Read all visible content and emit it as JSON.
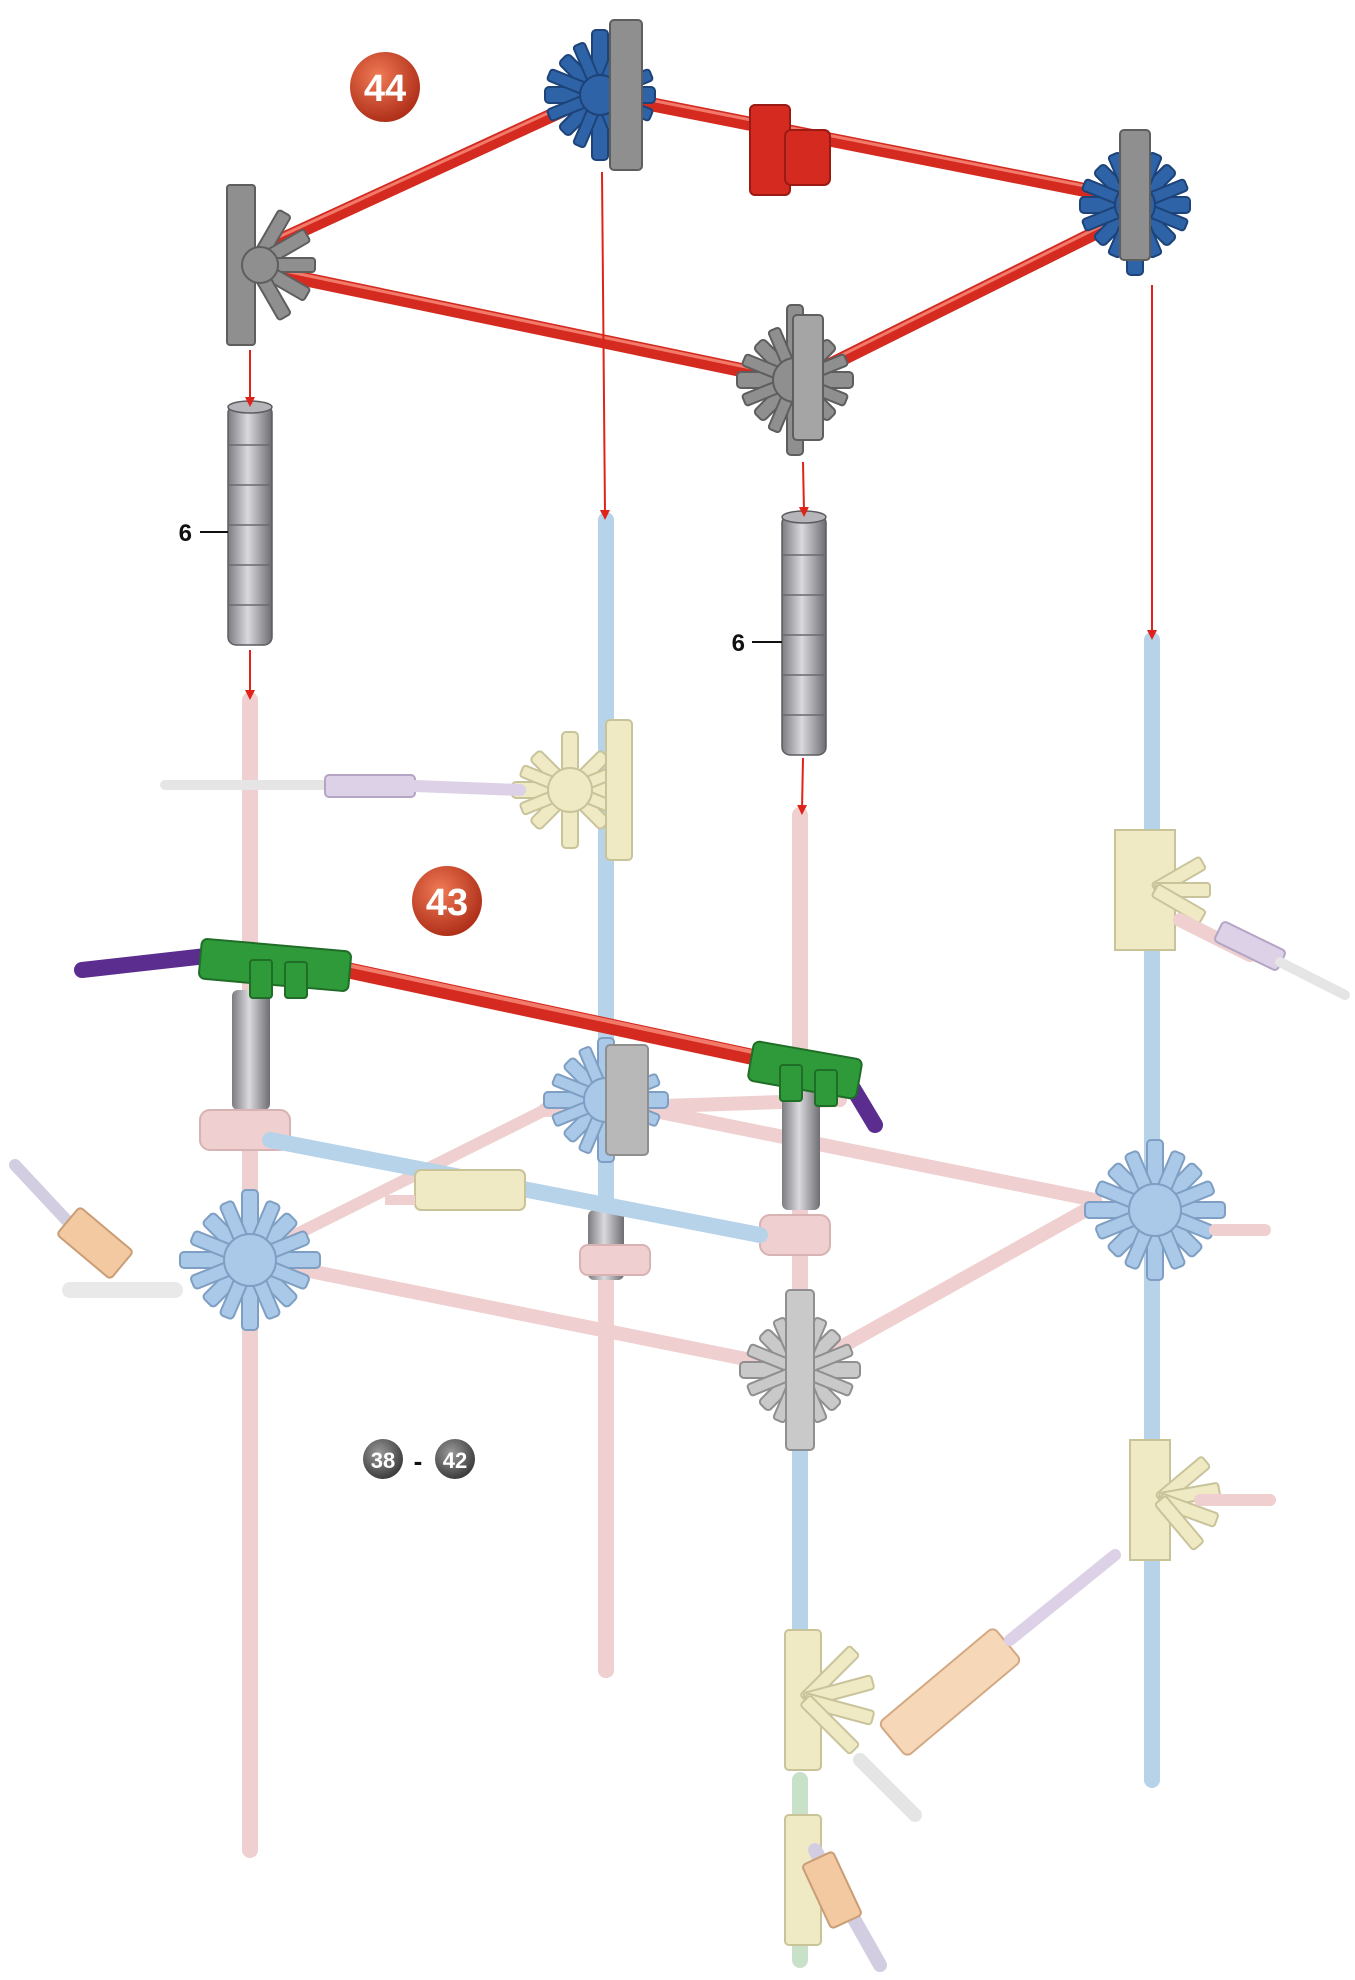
{
  "steps": {
    "current": "44",
    "previous": "43",
    "range_start": "38",
    "range_separator": "-",
    "range_end": "42"
  },
  "quantities": {
    "left_stack": "6",
    "right_stack": "6"
  },
  "colors": {
    "badge_red": "#c8381f",
    "badge_gray": "#555555",
    "rod_red": "#d42a20",
    "rod_pink": "#efcfcf",
    "rod_blue": "#b7d3ea",
    "rod_gray": "#9a9a9a",
    "connector_gray": "#8f8f8f",
    "connector_blue_dark": "#2e63a8",
    "connector_blue_light": "#aac8e8",
    "connector_yellow": "#efeac4",
    "connector_green": "#2f9a3a",
    "rod_purple": "#5a2d8f",
    "arrow_red": "#e0231a"
  }
}
